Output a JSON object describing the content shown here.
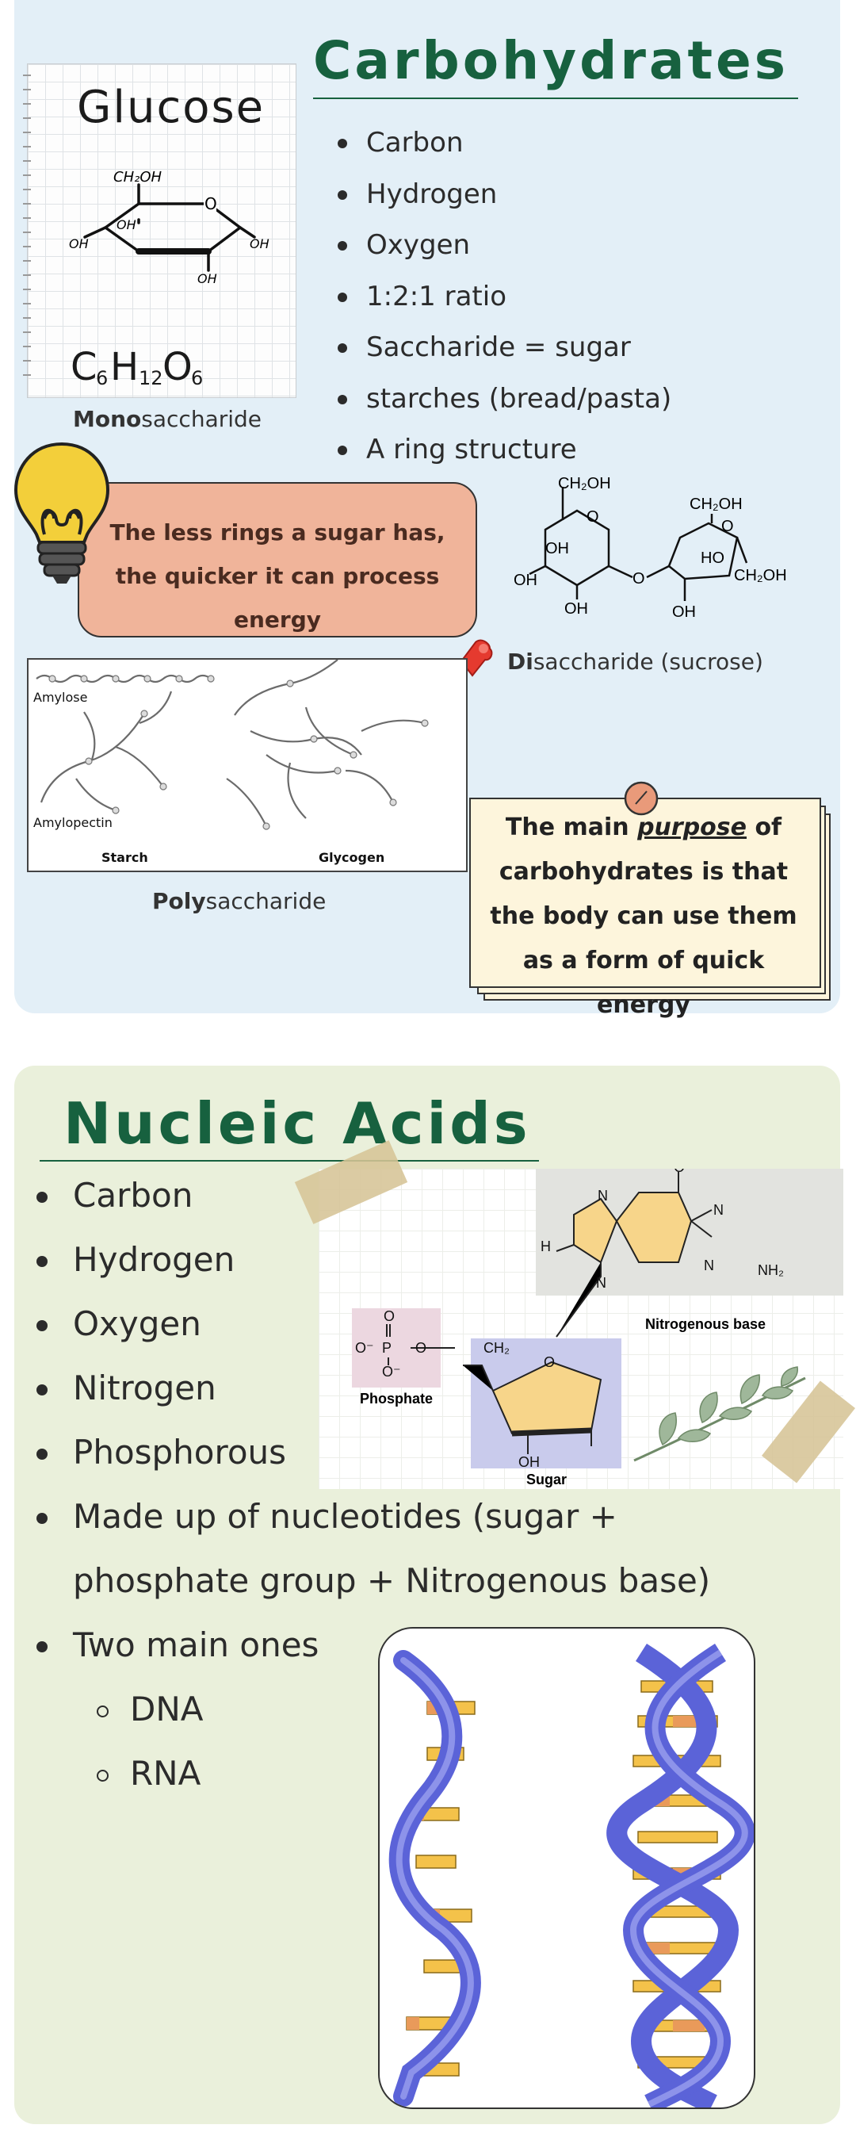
{
  "carbohydrates": {
    "title": "Carbohydrates",
    "items": [
      "Carbon",
      "Hydrogen",
      "Oxygen",
      "1:2:1 ratio",
      "Saccharide = sugar",
      "starches (bread/pasta)",
      "A ring structure"
    ],
    "glucose": {
      "name": "Glucose",
      "formula_parts": [
        "C",
        "6",
        "H",
        "12",
        "O",
        "6"
      ],
      "group_ch2oh": "CH₂OH",
      "group_oh": "OH",
      "ring_o": "O"
    },
    "mono_caption": {
      "bold": "Mono",
      "rest": "saccharide"
    },
    "tip": "The less rings a sugar has, the quicker it can process energy",
    "sucrose_labels": {
      "ch2oh": "CH₂OH",
      "oh": "OH",
      "ho": "HO",
      "o": "O"
    },
    "di_caption": {
      "bold": "Di",
      "rest": "saccharide (sucrose)"
    },
    "poly_image_labels": {
      "amylose": "Amylose",
      "amylopectin": "Amylopectin",
      "starch": "Starch",
      "glycogen": "Glycogen"
    },
    "poly_caption": {
      "bold": "Poly",
      "rest": "saccharide"
    },
    "purpose_note": {
      "before": "The main ",
      "emphasis": "purpose",
      "after": " of carbohydrates is that the body can use them as a form of quick energy"
    }
  },
  "nucleic_acids": {
    "title": "Nucleic Acids",
    "items": [
      "Carbon",
      "Hydrogen",
      "Oxygen",
      "Nitrogen",
      "Phosphorous",
      "Made up of nucleotides (sugar +",
      "phosphate group + Nitrogenous base)",
      "Two main ones"
    ],
    "sub_items": [
      "DNA",
      "RNA"
    ],
    "nucleotide_labels": {
      "phosphate": "Phosphate",
      "sugar": "Sugar",
      "base": "Nitrogenous base",
      "o": "O",
      "o_minus": "O⁻",
      "p": "P",
      "ch2": "CH₂",
      "oh": "OH",
      "n": "N",
      "h": "H",
      "nh2": "NH₂"
    }
  },
  "colors": {
    "title_green": "#17613f",
    "carbs_bg": "#e3eff7",
    "nucleic_bg": "#eaf0db",
    "bubble": "#f0b49a",
    "note": "#fdf5dc",
    "helix_blue": "#5b63d8",
    "base_yellow": "#f4c24a",
    "base_orange": "#e99a5a"
  },
  "icons": [
    "lightbulb-icon",
    "pushpin-icon",
    "leaf-branch-icon"
  ]
}
